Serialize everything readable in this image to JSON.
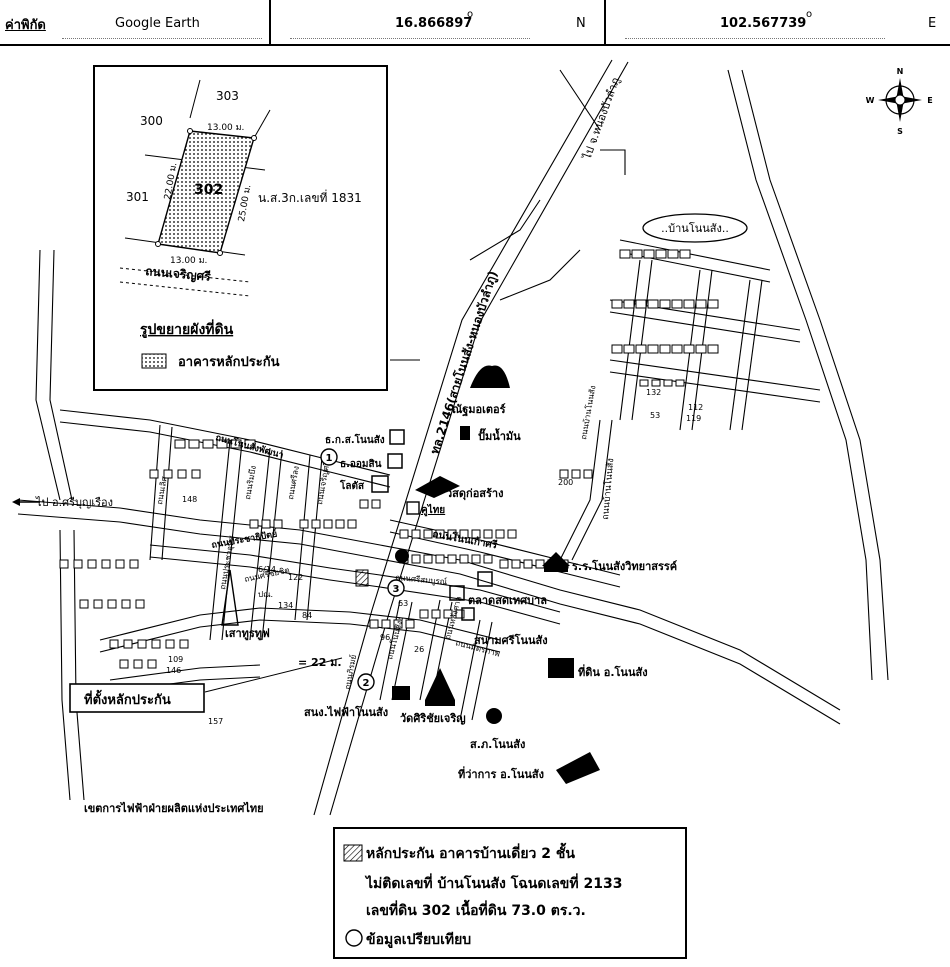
{
  "header": {
    "coord_label": "ค่าพิกัด",
    "source": "Google Earth",
    "latitude": "16.866897",
    "lat_hemisphere": "N",
    "longitude": "102.567739",
    "lon_hemisphere": "E",
    "degree_symbol": "o"
  },
  "compass": {
    "n": "N",
    "s": "S",
    "e": "E",
    "w": "W"
  },
  "inset": {
    "plot_numbers": [
      "303",
      "300",
      "301",
      "302"
    ],
    "dims": [
      "13.00 ม.",
      "22.00 ม.",
      "25.00 ม.",
      "13.00 ม."
    ],
    "title_deed": "น.ส.3ก.เลขที่ 1831",
    "road_name": "ถนนเจริญศรี",
    "title": "รูปขยายผังที่ดิน",
    "legend_text": "อาคารหลักประกัน"
  },
  "map_labels": {
    "village": "..บ้านโนนสัง..",
    "to_nong_bua_lamphu": "ไป จ.หนองบัวลำภู",
    "highway": "ทล.2146(สายโนนสัง-หนองบัวลำภู)",
    "to_si_bun_rueang": "ไป อ.ศรีบุญเรือง",
    "ban_number_132": "132",
    "ban_number_53": "53",
    "ban_number_112": "112",
    "ban_number_119": "119",
    "ban_number_200": "200",
    "ban_number_148": "148",
    "ban_number_6_14": "6/14",
    "ban_number_122": "122",
    "ban_number_134": "134",
    "ban_number_84": "84",
    "ban_number_63": "63",
    "ban_number_96": "96",
    "ban_number_26": "26",
    "ban_number_109": "109",
    "ban_number_146": "146",
    "ban_number_157": "157",
    "road_nonsang_pattana": "ถนนโนนสังพัฒนา",
    "road_ban_nonsang_nong_bua": "ถนนบ้านโนนสัง",
    "road_prachathipat": "ถนนประชาธิปัตย์",
    "road_nonkaosri": "ถนนโนนเก้าศรี",
    "road_lert": "ถนนเลิศ",
    "road_rim_bueng": "ถนนริมบึง",
    "road_sirilong": "ถนนศรีลง",
    "road_charoensri": "ถนนเจริญศรี",
    "road_pracha_u_thit": "ถนนประชาอุทิศ",
    "road_sri_chai_chit": "ถนนศรีชัยชิต",
    "road_sri_somboon": "ถนนศรีสมบูรณ์",
    "road_nonsang_ng": "ถนนโนนสังง",
    "road_shrine": "ถนนหลังศาล",
    "road_pirom": "ถนนภิรมย์",
    "road_mittraphap": "ถนนมิตรภาพ",
    "bank_baac": "ธ.ก.ส.โนนสัง",
    "bank_gsb": "ธ.ออมสิน",
    "lotus": "โลตัส",
    "kuchai": "คูไทย",
    "num_motor": "ณัฐมอเตอร์",
    "gas_station": "ปั๊มน้ำมัน",
    "construction": "วัสดุก่อสร้าง",
    "school": "ร.ร.โนนสังวิทยาสรรค์",
    "market": "ตลาดสดเทศบาล",
    "stadium": "สนามศรีโนนสัง",
    "land_office": "ที่ดิน อ.โนนสัง",
    "pea_office": "สนง.ไฟฟ้าโนนสัง",
    "temple": "วัดศิริชัยเจริญ",
    "police": "ส.ภ.โนนสัง",
    "district_office": "ที่ว่าการ อ.โนนสัง",
    "tower": "เสาทูรทูฟ",
    "post": "ปณ.",
    "distance": "= 22 ม.",
    "collateral_location": "ที่ตั้งหลักประกัน",
    "egat_zone": "เขตการไฟฟ้าฝ่ายผลิตแห่งประเทศไทย",
    "cmp1": "1",
    "cmp2": "2",
    "cmp3": "3"
  },
  "legend": {
    "line1": "หลักประกัน อาคารบ้านเดี่ยว 2 ชั้น",
    "line2": "ไม่ติดเลขที่ บ้านโนนสัง โฉนดเลขที่ 2133",
    "line3": "เลขที่ดิน 302 เนื้อที่ดิน 73.0 ตร.ว.",
    "line4": "ข้อมูลเปรียบเทียบ"
  }
}
